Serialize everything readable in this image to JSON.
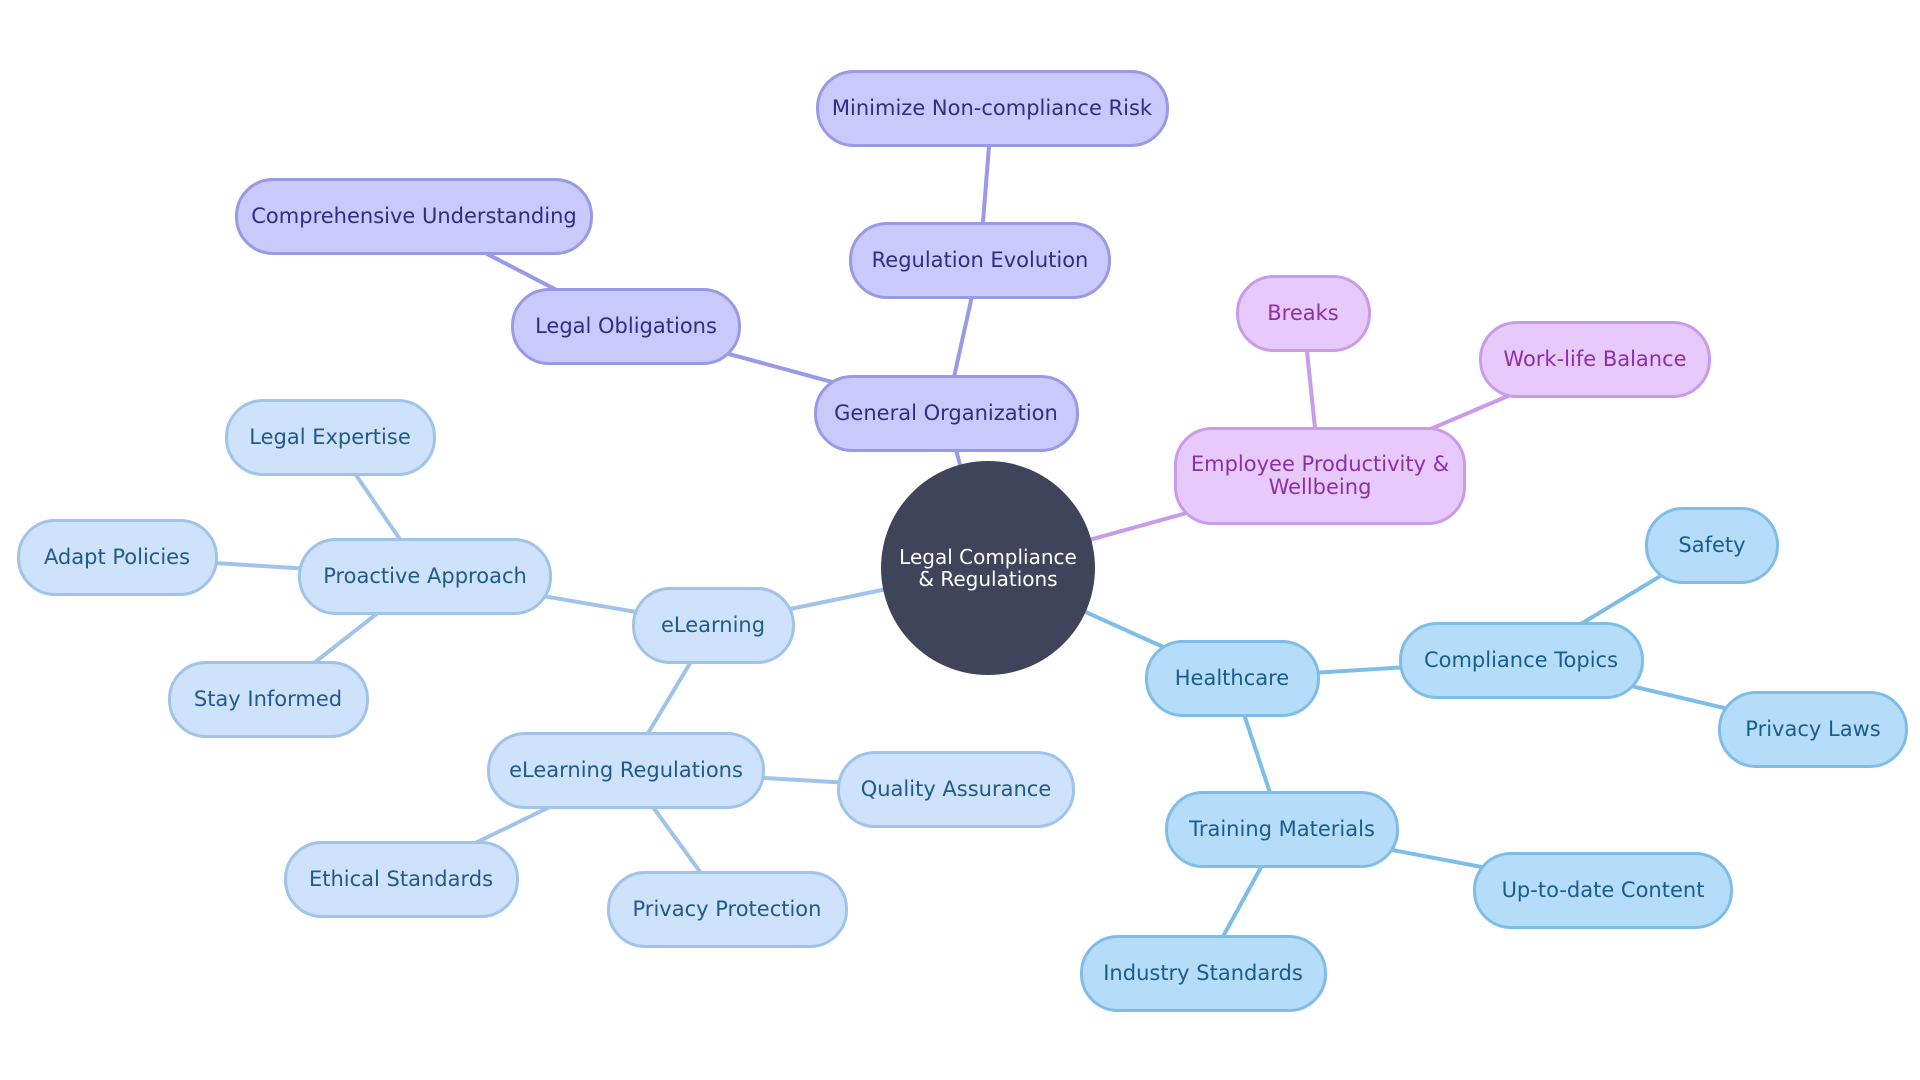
{
  "colors": {
    "root_fill": "#40445b",
    "root_text": "#ffffff",
    "purple_fill": "#c9c9fb",
    "purple_border": "#9a99e6",
    "purple_text": "#2e2e82",
    "purple_line": "#9a99e6",
    "violet_fill": "#e7c9fb",
    "violet_border": "#c99bea",
    "violet_text": "#8a2fa8",
    "violet_line": "#c99bea",
    "lightblue_fill": "#cfe2fb",
    "lightblue_border": "#9fc3ea",
    "lightblue_text": "#1f5a8c",
    "lightblue_line": "#9fc3ea",
    "sky_fill": "#b5ddfa",
    "sky_border": "#7fbde9",
    "sky_text": "#1a5c8a",
    "sky_line": "#7fbde9"
  },
  "nodes": {
    "root": "Legal Compliance & Regulations",
    "general_org": "General Organization",
    "legal_obligations": "Legal Obligations",
    "comprehensive_understanding": "Comprehensive Understanding",
    "regulation_evolution": "Regulation Evolution",
    "minimize_risk": "Minimize Non-compliance Risk",
    "productivity": "Employee Productivity & Wellbeing",
    "breaks": "Breaks",
    "work_life": "Work-life Balance",
    "healthcare": "Healthcare",
    "compliance_topics": "Compliance Topics",
    "safety": "Safety",
    "privacy_laws": "Privacy Laws",
    "training_materials": "Training Materials",
    "uptodate": "Up-to-date Content",
    "industry_standards": "Industry Standards",
    "elearning": "eLearning",
    "proactive": "Proactive Approach",
    "legal_expertise": "Legal Expertise",
    "adapt_policies": "Adapt Policies",
    "stay_informed": "Stay Informed",
    "elearning_regs": "eLearning Regulations",
    "quality_assurance": "Quality Assurance",
    "ethical_standards": "Ethical Standards",
    "privacy_protection": "Privacy Protection"
  }
}
